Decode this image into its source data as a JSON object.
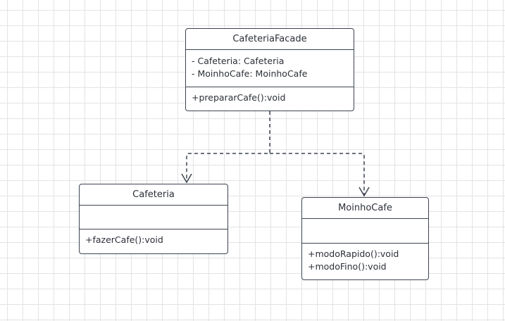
{
  "diagram": {
    "classes": [
      {
        "id": "facade",
        "name": "CafeteriaFacade",
        "attributes": [
          "- Cafeteria: Cafeteria",
          "- MoinhoCafe: MoinhoCafe"
        ],
        "operations": [
          "+prepararCafe():void"
        ]
      },
      {
        "id": "cafeteria",
        "name": "Cafeteria",
        "attributes": [],
        "operations": [
          "+fazerCafe():void"
        ]
      },
      {
        "id": "moinho",
        "name": "MoinhoCafe",
        "attributes": [],
        "operations": [
          "+modoRapido():void",
          "+modoFino():void"
        ]
      }
    ],
    "relations": [
      {
        "type": "dependency",
        "from": "CafeteriaFacade",
        "to": "Cafeteria"
      },
      {
        "type": "dependency",
        "from": "CafeteriaFacade",
        "to": "MoinhoCafe"
      }
    ],
    "colors": {
      "stroke": "#3d4450",
      "text": "#2b2f36",
      "grid": "#e3e3e3",
      "background": "#ffffff"
    }
  }
}
